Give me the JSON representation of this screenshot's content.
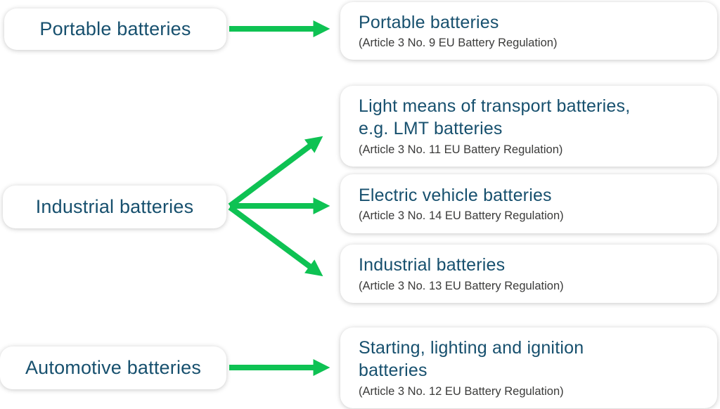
{
  "diagram": {
    "left_nodes": [
      {
        "label": "Portable batteries"
      },
      {
        "label": "Industrial batteries"
      },
      {
        "label": "Automotive batteries"
      }
    ],
    "right_nodes": [
      {
        "title": "Portable batteries",
        "subtitle": "(Article 3 No. 9 EU Battery Regulation)"
      },
      {
        "title": "Light means of transport batteries,\ne.g. LMT batteries",
        "subtitle": "(Article 3 No. 11 EU Battery Regulation)"
      },
      {
        "title": "Electric vehicle batteries",
        "subtitle": "(Article 3 No. 14 EU Battery Regulation)"
      },
      {
        "title": "Industrial batteries",
        "subtitle": "(Article 3 No. 13 EU Battery Regulation)"
      },
      {
        "title": "Starting, lighting and ignition\nbatteries",
        "subtitle": "(Article 3 No. 12 EU Battery Regulation)"
      }
    ],
    "connections": [
      {
        "from": "Portable batteries",
        "to": "Portable batteries (Article 3 No. 9)"
      },
      {
        "from": "Industrial batteries",
        "to": "Light means of transport batteries, e.g. LMT batteries (Article 3 No. 11)"
      },
      {
        "from": "Industrial batteries",
        "to": "Electric vehicle batteries (Article 3 No. 14)"
      },
      {
        "from": "Industrial batteries",
        "to": "Industrial batteries (Article 3 No. 13)"
      },
      {
        "from": "Automotive batteries",
        "to": "Starting, lighting and ignition batteries (Article 3 No. 12)"
      }
    ],
    "colors": {
      "node_background": "#ffffff",
      "title_text": "#17506e",
      "subtitle_text": "#3b3b3a",
      "arrow": "#0ec253"
    }
  }
}
